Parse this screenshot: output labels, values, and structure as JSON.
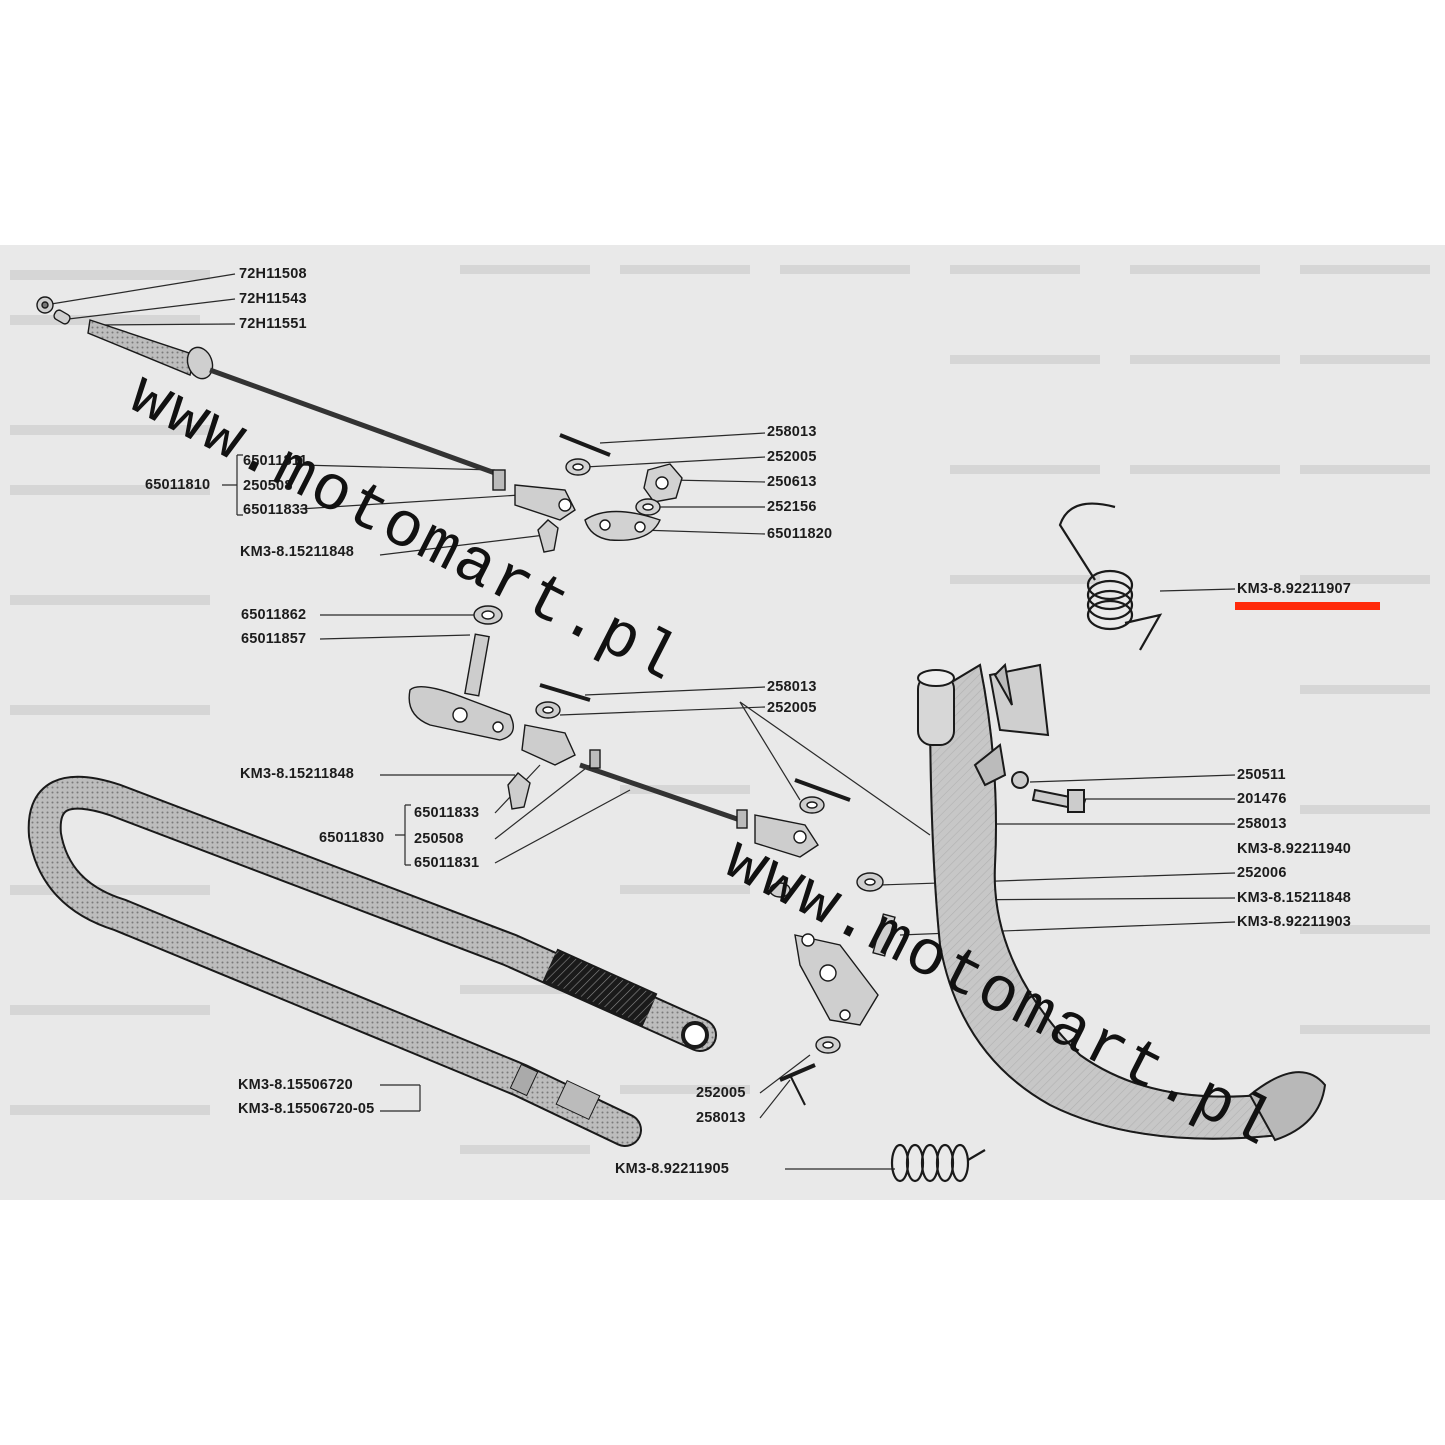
{
  "labels": {
    "l01": "72H11508",
    "l02": "72H11543",
    "l03": "72H11551",
    "l04": "65011810",
    "l05": "65011811",
    "l06": "250508",
    "l07": "65011833",
    "l08": "KM3-8.15211848",
    "l09": "258013",
    "l10": "252005",
    "l11": "250613",
    "l12": "252156",
    "l13": "65011820",
    "l14": "65011862",
    "l15": "65011857",
    "l16": "258013",
    "l17": "252005",
    "l18": "KM3-8.15211848",
    "l19": "65011830",
    "l20": "65011833",
    "l21": "250508",
    "l22": "65011831",
    "l23": "KM3-8.92211907",
    "l24": "250511",
    "l25": "201476",
    "l26": "258013",
    "l27": "KM3-8.92211940",
    "l28": "252006",
    "l29": "KM3-8.15211848",
    "l30": "KM3-8.92211903",
    "l31": "KM3-8.15506720",
    "l32": "KM3-8.15506720-05",
    "l33": "252005",
    "l34": "258013",
    "l35": "KM3-8.92211905"
  },
  "watermark": {
    "text": "www.motomart.pl"
  },
  "highlight": {
    "part": "KM3-8.92211907",
    "color": "#ff2a0a"
  }
}
